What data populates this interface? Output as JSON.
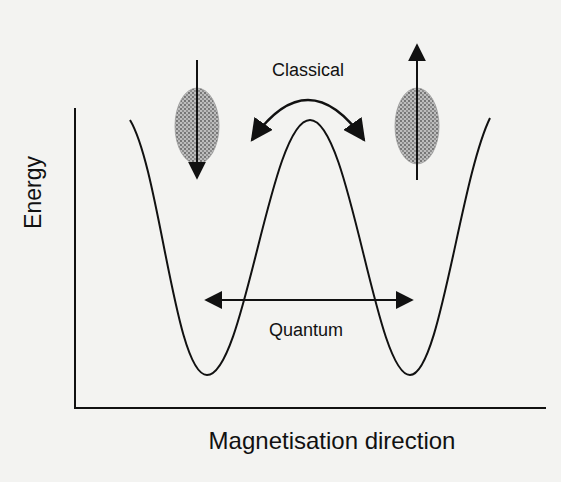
{
  "diagram": {
    "labels": [
      "Classical",
      "Quantum",
      "Energy",
      "Magnetisation direction"
    ]
  }
}
